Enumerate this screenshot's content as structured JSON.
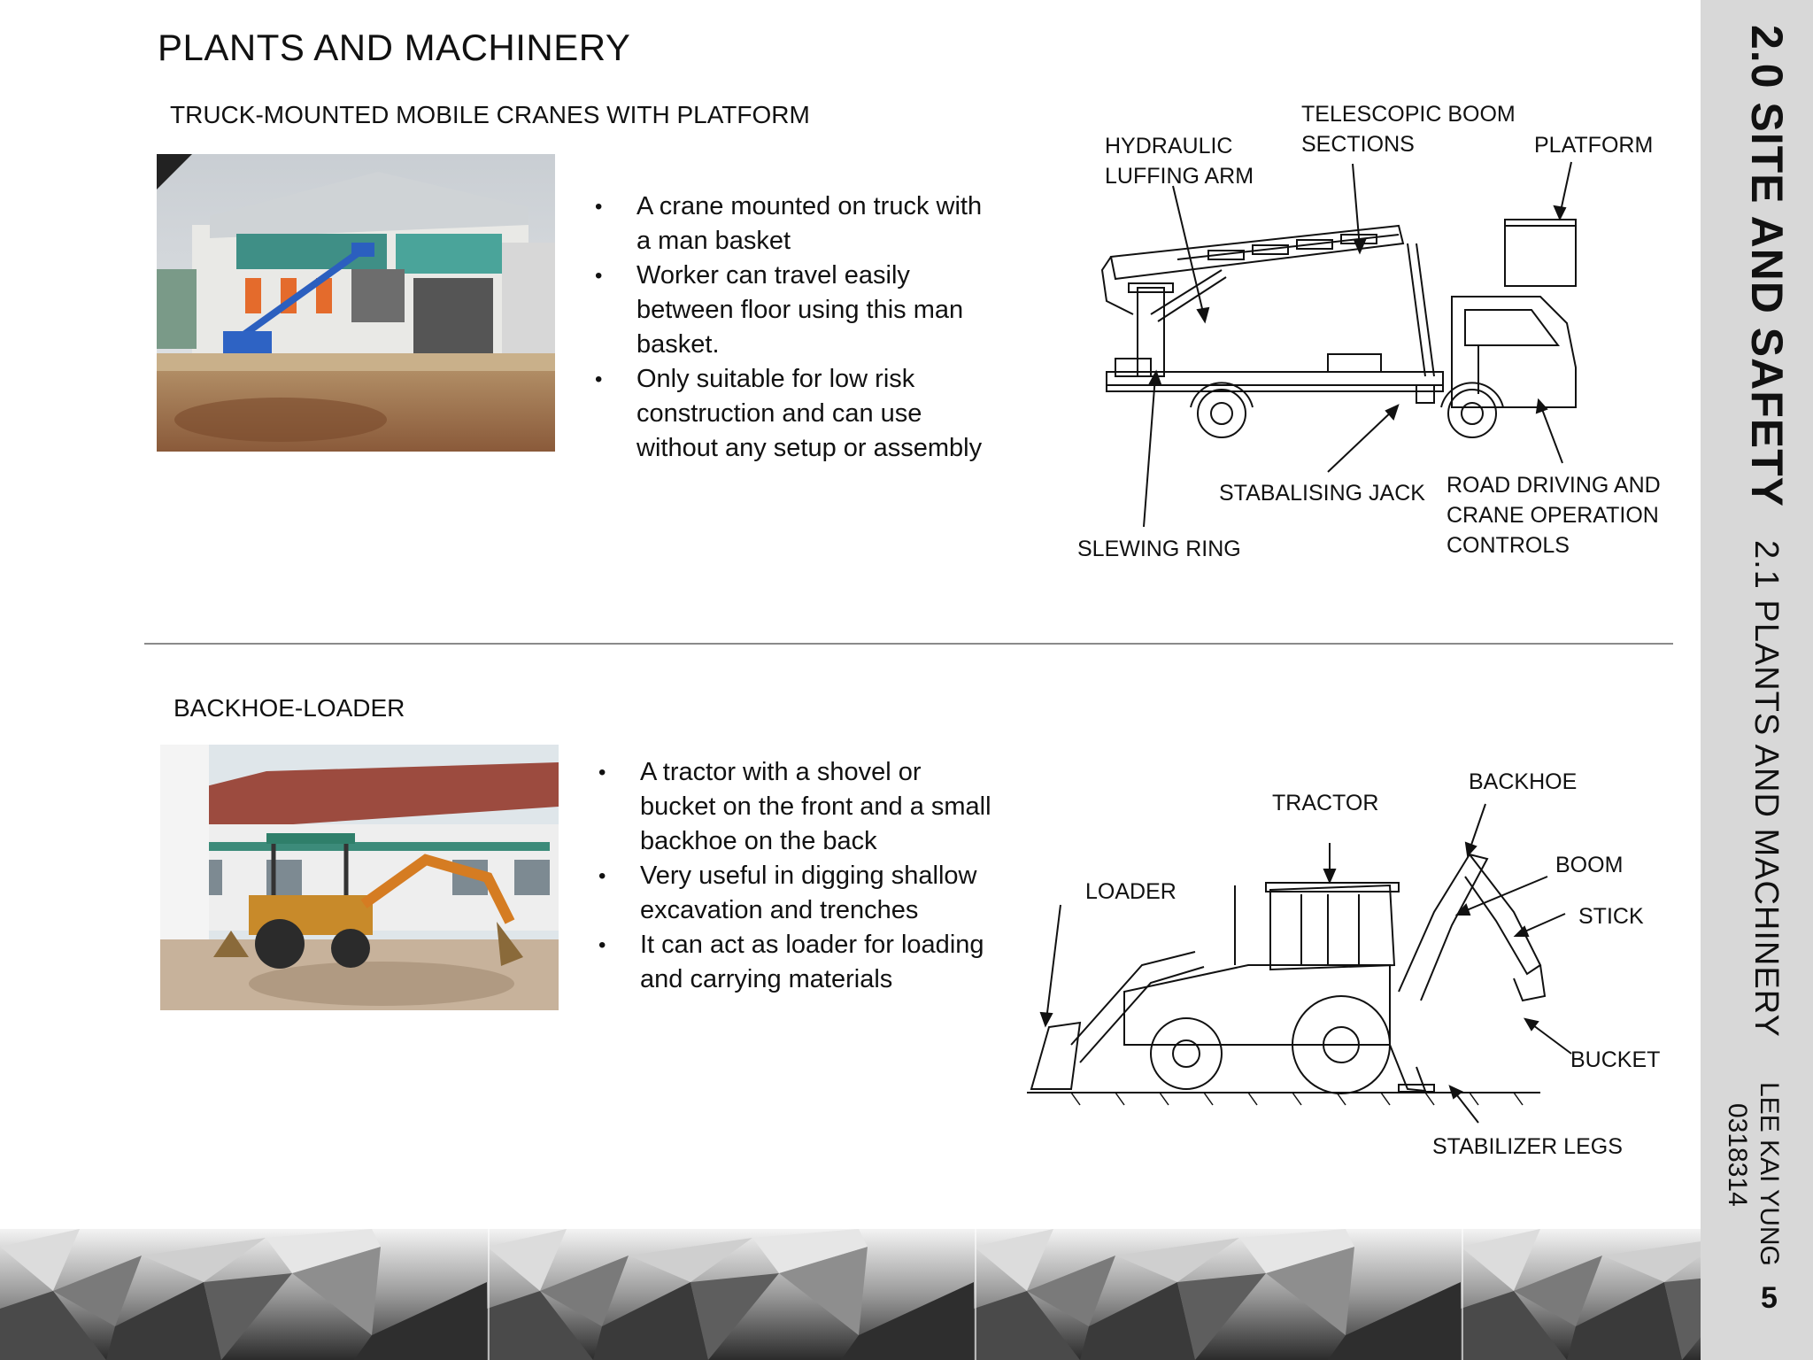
{
  "page": {
    "title": "PLANTS AND MACHINERY",
    "page_number": "5"
  },
  "sidebar": {
    "chapter": "2.0 SITE AND SAFETY",
    "section": "2.1 PLANTS AND MACHINERY",
    "author_name": "LEE KAI YUNG",
    "author_id": "0318314"
  },
  "crane": {
    "heading": "TRUCK-MOUNTED MOBILE CRANES WITH PLATFORM",
    "bullets": [
      "A crane mounted on truck with a man basket",
      "Worker can travel easily between floor using this man basket.",
      "Only suitable for low risk construction and can use without any setup or assembly"
    ],
    "diagram_labels": {
      "telescopic_1": "TELESCOPIC BOOM",
      "telescopic_2": "SECTIONS",
      "hydraulic_1": "HYDRAULIC",
      "hydraulic_2": "LUFFING ARM",
      "platform": "PLATFORM",
      "stabalising_jack": "STABALISING JACK",
      "road_1": "ROAD DRIVING AND",
      "road_2": "CRANE OPERATION",
      "road_3": "CONTROLS",
      "slewing_ring": "SLEWING RING"
    }
  },
  "backhoe": {
    "heading": "BACKHOE-LOADER",
    "bullets": [
      "A tractor with a shovel or bucket on the front and a small backhoe on the back",
      "Very useful in digging shallow excavation and trenches",
      "It can act as loader for loading and carrying materials"
    ],
    "diagram_labels": {
      "backhoe": "BACKHOE",
      "tractor": "TRACTOR",
      "boom": "BOOM",
      "loader": "LOADER",
      "stick": "STICK",
      "bucket": "BUCKET",
      "stabilizer_legs": "STABILIZER LEGS"
    }
  }
}
